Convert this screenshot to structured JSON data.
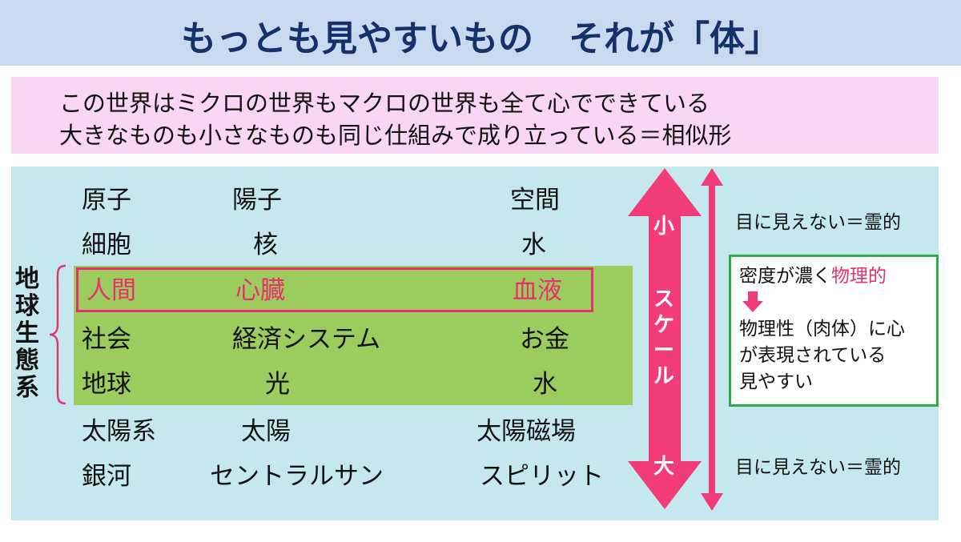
{
  "title": "もっとも見やすいもの　それが「体」",
  "intro": {
    "line1": "この世界はミクロの世界もマクロの世界も全て心でできている",
    "line2": "大きなものも小さなものも同じ仕組みで成り立っている＝相似形"
  },
  "rows": [
    {
      "c1": "原子",
      "c2": "陽子",
      "c3": "空間"
    },
    {
      "c1": "細胞",
      "c2": "核",
      "c3": "水"
    },
    {
      "c1": "人間",
      "c2": "心臓",
      "c3": "血液"
    },
    {
      "c1": "社会",
      "c2": "経済システム",
      "c3": "お金"
    },
    {
      "c1": "地球",
      "c2": "光",
      "c3": "水"
    },
    {
      "c1": "太陽系",
      "c2": "太陽",
      "c3": "太陽磁場"
    },
    {
      "c1": "銀河",
      "c2": "セントラルサン",
      "c3": "スピリット"
    }
  ],
  "ecosystem_label": [
    "地",
    "球",
    "生",
    "態",
    "系"
  ],
  "scale": {
    "small": "小",
    "label": [
      "ス",
      "ケ",
      "ー",
      "ル"
    ],
    "large": "大"
  },
  "side": {
    "top": "目に見えない＝霊的",
    "bottom": "目に見えない＝霊的"
  },
  "density_box": {
    "line1_prefix": "密度が濃く",
    "line1_highlight": "物理的",
    "line2": "物理性（肉体）に心",
    "line3": "が表現されている",
    "line4": "見やすい"
  },
  "colors": {
    "title": "#16306b",
    "highlight": "#e8306f",
    "arrow": "#f23c77",
    "green": "#9ccc5d",
    "panel": "#c5e8ef"
  }
}
